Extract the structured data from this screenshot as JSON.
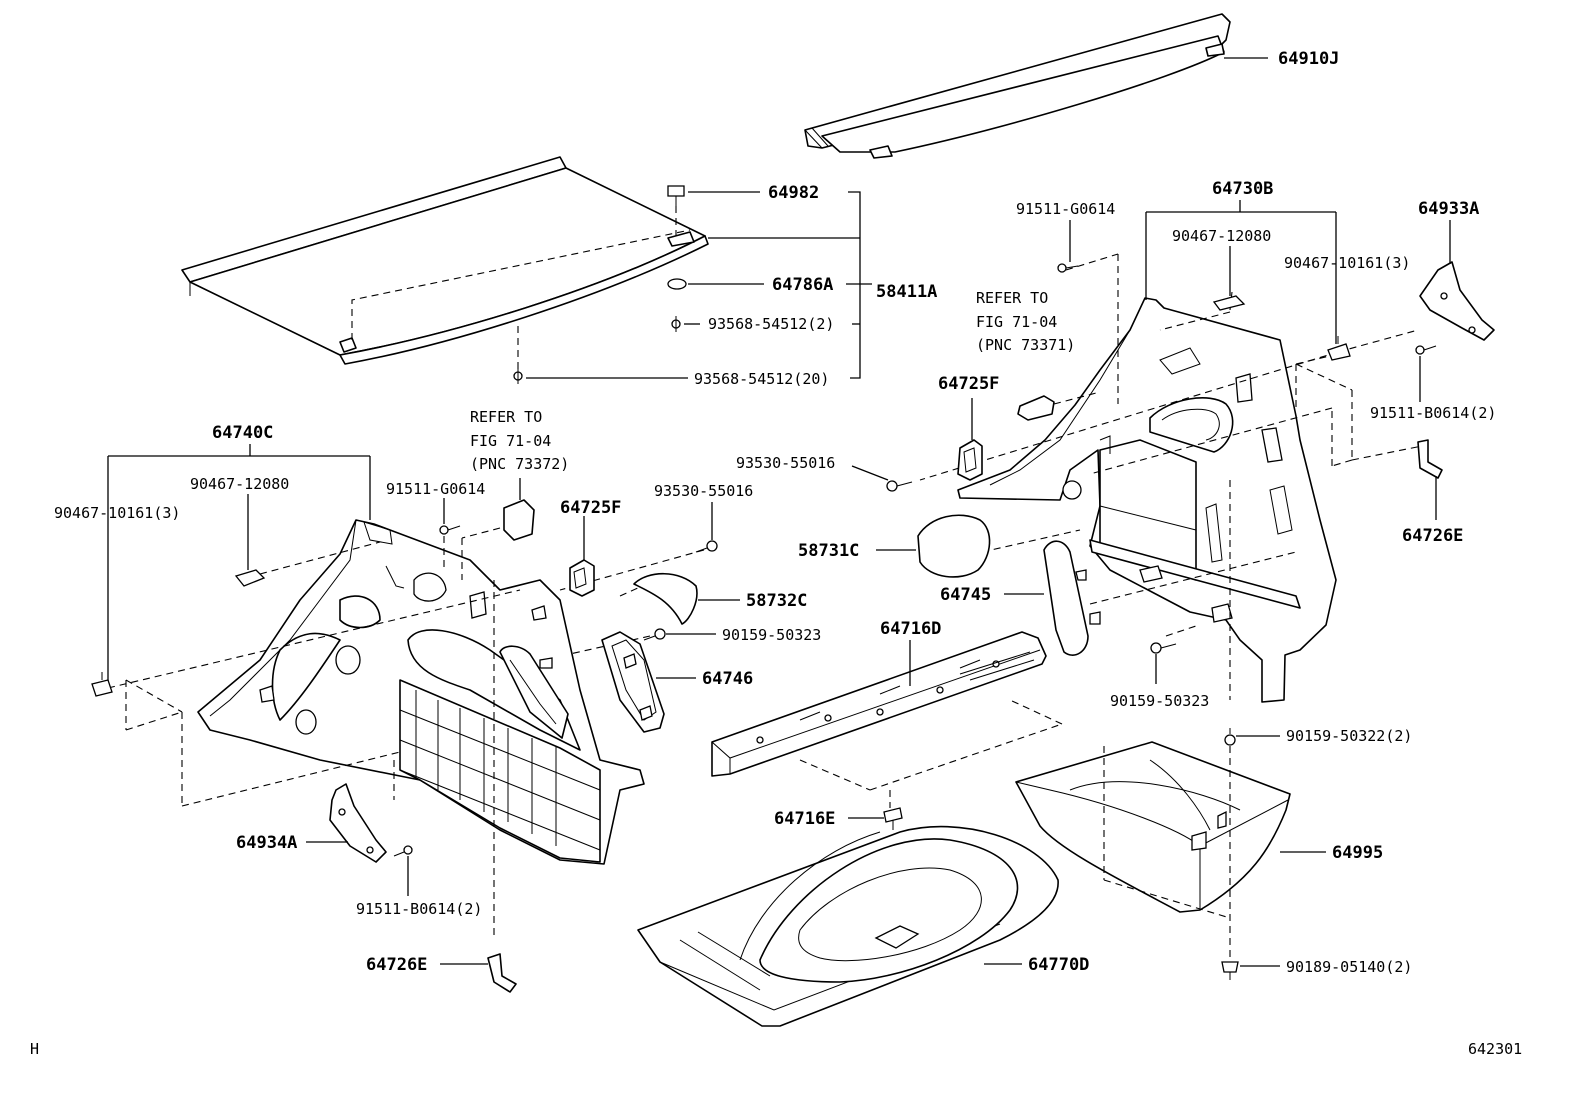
{
  "labels": {
    "p64910J": "64910J",
    "p64982": "64982",
    "p64786A": "64786A",
    "p58411A": "58411A",
    "p93568a": "93568-54512(2)",
    "p93568b": "93568-54512(20)",
    "p64730B": "64730B",
    "p91511G_r": "91511-G0614",
    "p90467_12080_r": "90467-12080",
    "p90467_10161_r": "90467-10161(3)",
    "p64933A": "64933A",
    "refer_r_1": "REFER TO",
    "refer_r_2": "FIG 71-04",
    "refer_r_3": "(PNC 73371)",
    "p64725F_r": "64725F",
    "p93530_r": "93530-55016",
    "p91511B_r": "91511-B0614(2)",
    "p64726E_r": "64726E",
    "p58731C": "58731C",
    "p64745": "64745",
    "p64716D": "64716D",
    "p90159_50323_r": "90159-50323",
    "p90159_50322": "90159-50322(2)",
    "p64995": "64995",
    "p90189": "90189-05140(2)",
    "p64770D": "64770D",
    "p64716E": "64716E",
    "p64740C": "64740C",
    "refer_l_1": "REFER TO",
    "refer_l_2": "FIG 71-04",
    "refer_l_3": "(PNC 73372)",
    "p90467_12080_l": "90467-12080",
    "p91511G_l": "91511-G0614",
    "p64725F_l": "64725F",
    "p93530_l": "93530-55016",
    "p90467_10161_l": "90467-10161(3)",
    "p58732C": "58732C",
    "p90159_50323_l": "90159-50323",
    "p64746": "64746",
    "p64934A": "64934A",
    "p91511B_l": "91511-B0614(2)",
    "p64726E_l": "64726E"
  },
  "footer": {
    "corner_mark": "H",
    "figure_number": "642301"
  }
}
